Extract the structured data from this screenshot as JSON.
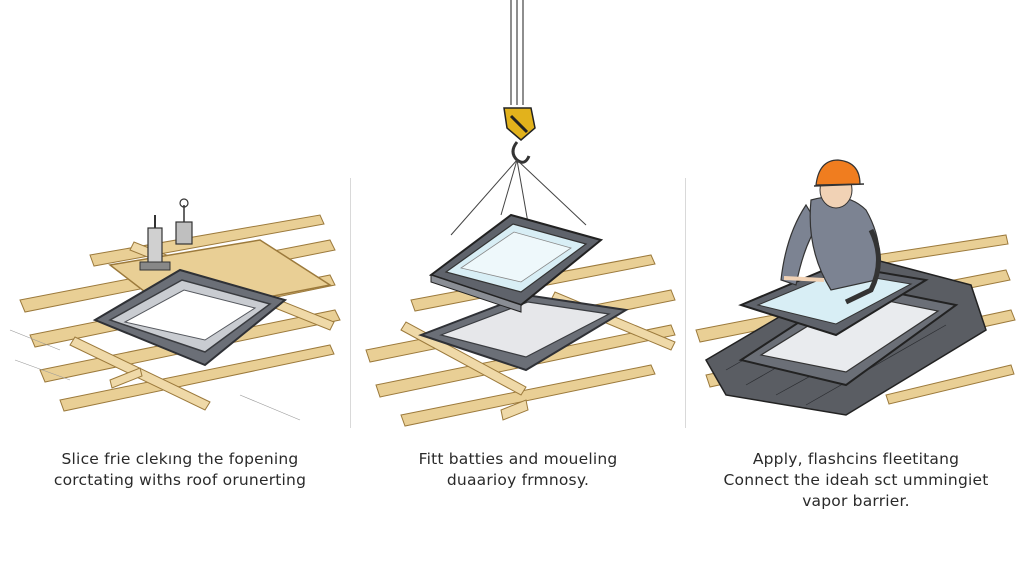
{
  "steps": [
    {
      "caption_lines": [
        "Slice frie clekıng the fopening",
        "corctating withs roof orunerting"
      ]
    },
    {
      "caption_lines": [
        "Fitt batties and moueling",
        "duaarioy frmnosy."
      ]
    },
    {
      "caption_lines": [
        "Apply, flashcins fleetitang",
        "Connect the ideah sct ummingiet",
        "vapor barrier."
      ]
    }
  ],
  "colors": {
    "timber": "#e9cf95",
    "timber_edge": "#9c7a3c",
    "frame": "#5f636b",
    "glass": "#d8eef5",
    "membrane": "#5a5d63",
    "hardhat": "#f07d1f",
    "hook": "#e2b21c"
  },
  "icons": [
    "crane-hook-icon",
    "worker-hardhat-icon",
    "cutting-tool-icon"
  ]
}
